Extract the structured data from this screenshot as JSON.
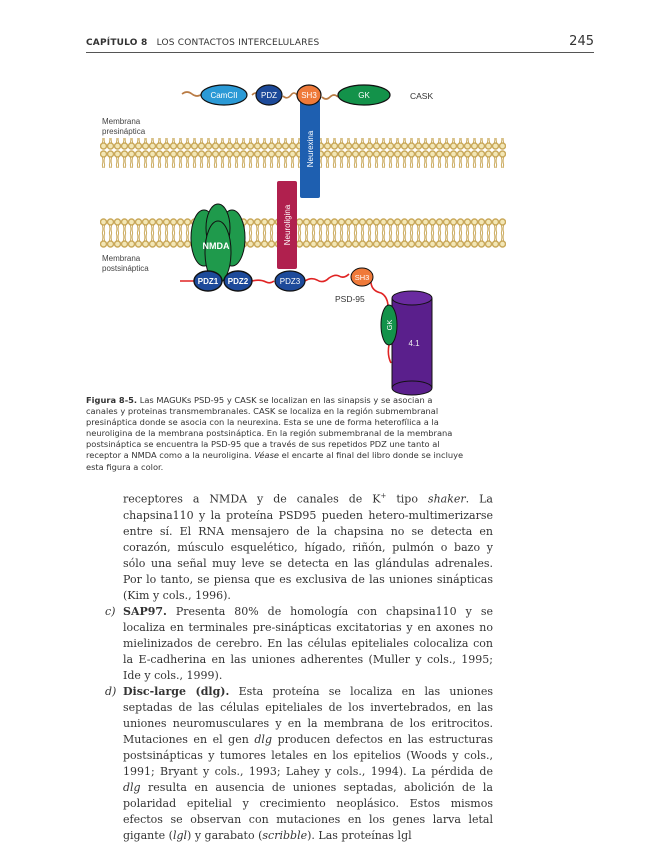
{
  "header": {
    "chapter_bold": "CAPÍTULO 8",
    "chapter_title": "LOS CONTACTOS INTERCELULARES",
    "page_number": "245"
  },
  "figure": {
    "labels": {
      "presynaptic": [
        "Membrana",
        "presináptica"
      ],
      "postsynaptic": [
        "Membrana",
        "postsináptica"
      ],
      "cask": "CASK",
      "psd95": "PSD-95",
      "camcii": "CamCII",
      "pdz": "PDZ",
      "sh3_top": "SH3",
      "gk_top": "GK",
      "neurexina": "Neurexina",
      "neuroligina": "Neuroligina",
      "nmda": "NMDA",
      "pdz1": "PDZ1",
      "pdz2": "PDZ2",
      "pdz3": "PDZ3",
      "sh3_bottom": "SH3",
      "gk_bottom": "GK",
      "band41": "4.1"
    },
    "colors": {
      "membrane": "#c9a85a",
      "camcii": "#2b9ad6",
      "pdz": "#1d4a9a",
      "sh3": "#ef7a3a",
      "gk": "#13924a",
      "neurexina": "#1e5fb0",
      "neuroligina": "#b0204e",
      "nmda": "#1f9a4c",
      "band41": "#5a1f8c",
      "linker_top": "#b97b44",
      "linker_bottom": "#e02424"
    }
  },
  "caption": {
    "label": "Figura 8-5.",
    "text_1": " Las MAGUKs PSD-95 y CASK se localizan en las sinapsis y se asocian a canales y proteinas transmembranales. CASK se localiza en la región submembranal presináptica donde se asocia con la neurexina. Esta se une de forma heterofílica a la neuroligina de la membrana postsináptica. En la región submembranal de la membrana postsináptica se encuentra la PSD-95 que a través de sus repetidos PDZ une tanto al receptor a NMDA como a la neuroligina. ",
    "italic": "Véase",
    "text_2": " el encarte al final del libro donde se incluye esta figura a color."
  },
  "body": {
    "para_cont": {
      "t1": "receptores a NMDA y de canales de K",
      "sup": "+",
      "t2": " tipo ",
      "i1": "shaker",
      "t3": ". La chapsina110 y la proteína PSD95 pueden hetero-multimerizarse entre sí. El RNA mensajero de la chapsina no se detecta en corazón, músculo esquelético, hígado, riñón, pulmón o bazo y sólo una señal muy leve se detecta en las glándulas adrenales. Por lo tanto, se piensa que es exclusiva de las uniones sinápticas (Kim y cols., 1996)."
    },
    "item_c": {
      "marker": "c)",
      "bold": "SAP97.",
      "text": " Presenta 80% de homología con chapsina110 y se localiza en terminales pre-sinápticas excitatorias y en axones no mielinizados de cerebro. En las células epiteliales colocaliza con la E-cadherina en las uniones adherentes (Muller y cols., 1995; Ide y cols., 1999)."
    },
    "item_d": {
      "marker": "d)",
      "bold": "Disc-large (dlg).",
      "t1": " Esta proteína se localiza en las uniones septadas de las células epiteliales de los invertebrados, en las uniones neuromusculares y en la membrana de los eritrocitos. Mutaciones en el gen ",
      "i1": "dlg",
      "t2": " producen defectos en las estructuras postsinápticas y tumores letales en los epitelios (Woods y cols., 1991; Bryant y cols., 1993; Lahey y cols., 1994). La pérdida de ",
      "i2": "dlg",
      "t3": " resulta en ausencia de uniones septadas, abolición de la polaridad epitelial y crecimiento neoplásico. Estos mismos efectos se observan con mutaciones en los genes larva letal gigante (",
      "i3": "lgl",
      "t4": ") y garabato (",
      "i4": "scribble",
      "t5": "). Las proteínas lgl"
    }
  }
}
